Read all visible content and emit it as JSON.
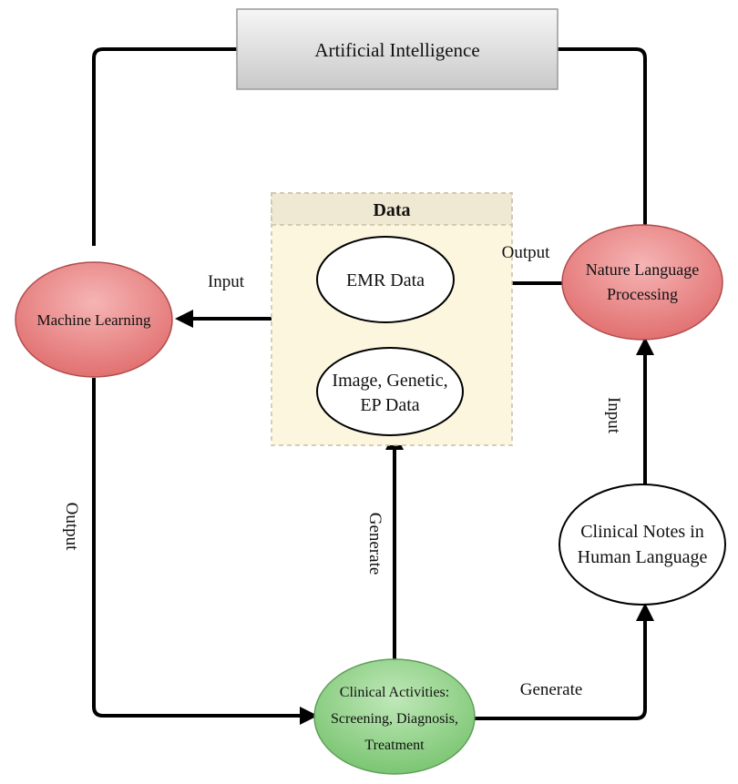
{
  "title": "Artificial Intelligence",
  "data_box": {
    "title": "Data",
    "emr": "EMR Data",
    "image_line1": "Image, Genetic,",
    "image_line2": "EP Data"
  },
  "nodes": {
    "ml": "Machine Learning",
    "nlp_line1": "Nature Language",
    "nlp_line2": "Processing",
    "notes_line1": "Clinical Notes in",
    "notes_line2": "Human Language",
    "ca_line1": "Clinical Activities:",
    "ca_line2": "Screening, Diagnosis,",
    "ca_line3": "Treatment"
  },
  "edge_labels": {
    "input_ml": "Input",
    "output_nlp": "Output",
    "output_ml": "Output",
    "generate_up": "Generate",
    "generate_right": "Generate",
    "input_nlp": "Input"
  },
  "colors": {
    "ml_fill": "#e98585",
    "nlp_fill": "#e98585",
    "ca_fill": "#8fd28a",
    "data_bg": "#fdf6df",
    "data_header": "#efe8d2",
    "title_box": "#dcdcdc"
  }
}
